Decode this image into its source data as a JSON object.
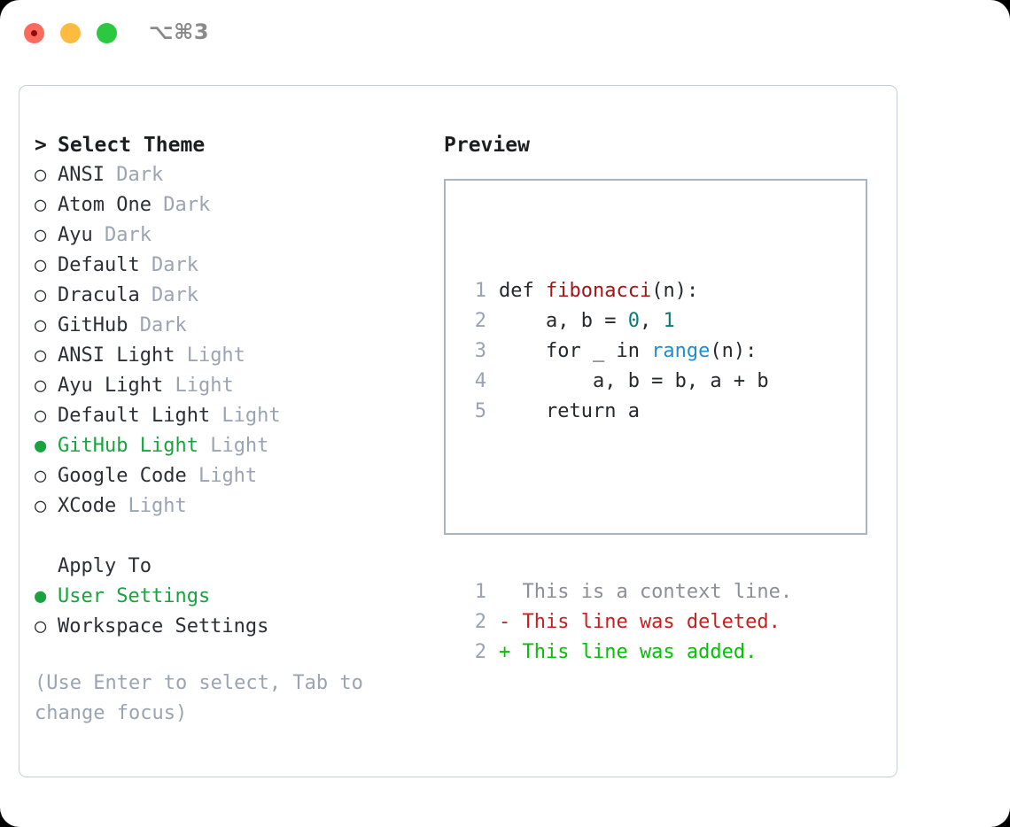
{
  "titlebar": {
    "shortcut": "⌥⌘3",
    "buttons": [
      {
        "name": "close",
        "color": "#fc6a5d"
      },
      {
        "name": "minimize",
        "color": "#fdbc40"
      },
      {
        "name": "zoom",
        "color": "#2bc840"
      }
    ]
  },
  "theme_section": {
    "caret": ">",
    "title": "Select Theme",
    "items": [
      {
        "marker": "○",
        "label": "ANSI",
        "kind": "Dark",
        "selected": false
      },
      {
        "marker": "○",
        "label": "Atom One",
        "kind": "Dark",
        "selected": false
      },
      {
        "marker": "○",
        "label": "Ayu",
        "kind": "Dark",
        "selected": false
      },
      {
        "marker": "○",
        "label": "Default",
        "kind": "Dark",
        "selected": false
      },
      {
        "marker": "○",
        "label": "Dracula",
        "kind": "Dark",
        "selected": false
      },
      {
        "marker": "○",
        "label": "GitHub",
        "kind": "Dark",
        "selected": false
      },
      {
        "marker": "○",
        "label": "ANSI Light",
        "kind": "Light",
        "selected": false
      },
      {
        "marker": "○",
        "label": "Ayu Light",
        "kind": "Light",
        "selected": false
      },
      {
        "marker": "○",
        "label": "Default Light",
        "kind": "Light",
        "selected": false
      },
      {
        "marker": "●",
        "label": "GitHub Light",
        "kind": "Light",
        "selected": true
      },
      {
        "marker": "○",
        "label": "Google Code",
        "kind": "Light",
        "selected": false
      },
      {
        "marker": "○",
        "label": "XCode",
        "kind": "Light",
        "selected": false
      }
    ]
  },
  "apply_section": {
    "title": "Apply To",
    "items": [
      {
        "marker": "●",
        "label": "User Settings",
        "selected": true
      },
      {
        "marker": "○",
        "label": "Workspace Settings",
        "selected": false
      }
    ]
  },
  "hint": "(Use Enter to select, Tab to change focus)",
  "preview": {
    "title": "Preview",
    "code_lines": [
      {
        "no": "1",
        "tokens": [
          {
            "t": "def ",
            "c": "plain"
          },
          {
            "t": "fibonacci",
            "c": "func"
          },
          {
            "t": "(n):",
            "c": "plain"
          }
        ]
      },
      {
        "no": "2",
        "tokens": [
          {
            "t": "    a, b = ",
            "c": "plain"
          },
          {
            "t": "0",
            "c": "num"
          },
          {
            "t": ", ",
            "c": "plain"
          },
          {
            "t": "1",
            "c": "num"
          }
        ]
      },
      {
        "no": "3",
        "tokens": [
          {
            "t": "    for _ in ",
            "c": "plain"
          },
          {
            "t": "range",
            "c": "fn2"
          },
          {
            "t": "(n):",
            "c": "plain"
          }
        ]
      },
      {
        "no": "4",
        "tokens": [
          {
            "t": "        a, b = b, a + b",
            "c": "plain"
          }
        ]
      },
      {
        "no": "5",
        "tokens": [
          {
            "t": "    return a",
            "c": "plain"
          }
        ]
      }
    ],
    "diff_lines": [
      {
        "no": "1",
        "sign": "  ",
        "text": "This is a context line.",
        "kind": "ctx"
      },
      {
        "no": "2",
        "sign": "- ",
        "text": "This line was deleted.",
        "kind": "del"
      },
      {
        "no": "2",
        "sign": "+ ",
        "text": "This line was added.",
        "kind": "add"
      }
    ]
  },
  "colors": {
    "selection_green": "#18a33f",
    "muted_gray": "#9aa4b2",
    "text": "#2b2f36",
    "diff_add": "#06c006",
    "diff_del": "#c62020",
    "func_red": "#a31515",
    "num_teal": "#0a7d73",
    "builtin_blue": "#1f8dd6",
    "panel_border": "#c9ced6",
    "preview_border": "#a8b4c2"
  }
}
